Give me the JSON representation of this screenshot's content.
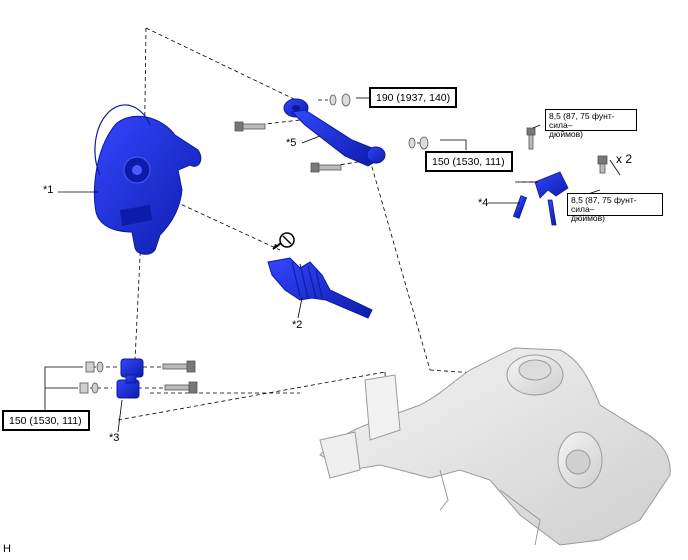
{
  "colors": {
    "part_blue": "#1a2fe0",
    "part_dark": "#0b1a9c",
    "subframe_gray": "#e4e4e4",
    "line": "#000000"
  },
  "parts": [
    {
      "id": "p1",
      "label": "*1"
    },
    {
      "id": "p2",
      "label": "*2"
    },
    {
      "id": "p3",
      "label": "*3"
    },
    {
      "id": "p4",
      "label": "*4"
    },
    {
      "id": "p5",
      "label": "*5"
    }
  ],
  "torques": {
    "t190": "190 (1937, 140)",
    "t150_upper": "150 (1530, 111)",
    "t150_lower": "150 (1530, 111)",
    "t85_a_line1": "8,5 (87, 75 фунт-сила–",
    "t85_a_line2": "дюймов)",
    "t85_b_line1": "8,5 (87, 75 фунт-сила–",
    "t85_b_line2": "дюймов)"
  },
  "quantity": "x 2",
  "figure_code": "H",
  "icons": [
    "no-reuse-icon",
    "knuckle-icon",
    "drive-shaft-icon",
    "subframe-icon",
    "arm-icon",
    "bolt-icon",
    "nut-icon",
    "washer-icon",
    "sensor-bracket-icon"
  ]
}
